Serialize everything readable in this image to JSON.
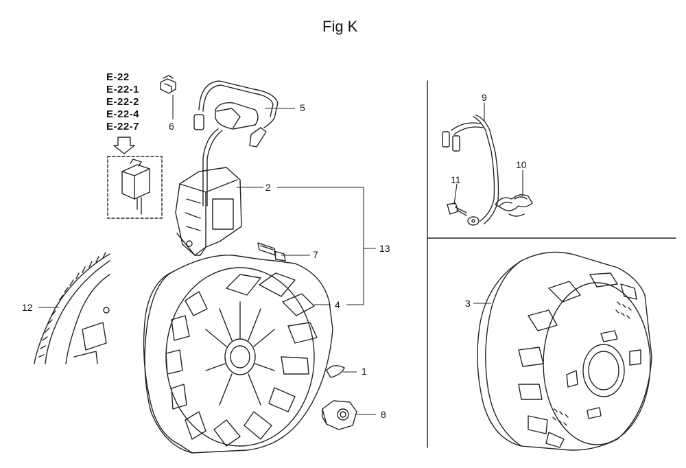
{
  "title": "Fig K",
  "reference_codes": [
    "E-22",
    "E-22-1",
    "E-22-2",
    "E-22-4",
    "E-22-7"
  ],
  "part_numbers": {
    "p1": "1",
    "p2": "2",
    "p3": "3",
    "p4": "4",
    "p5": "5",
    "p6": "6",
    "p7": "7",
    "p8": "8",
    "p9": "9",
    "p10": "10",
    "p11": "11",
    "p12": "12",
    "p13": "13"
  }
}
